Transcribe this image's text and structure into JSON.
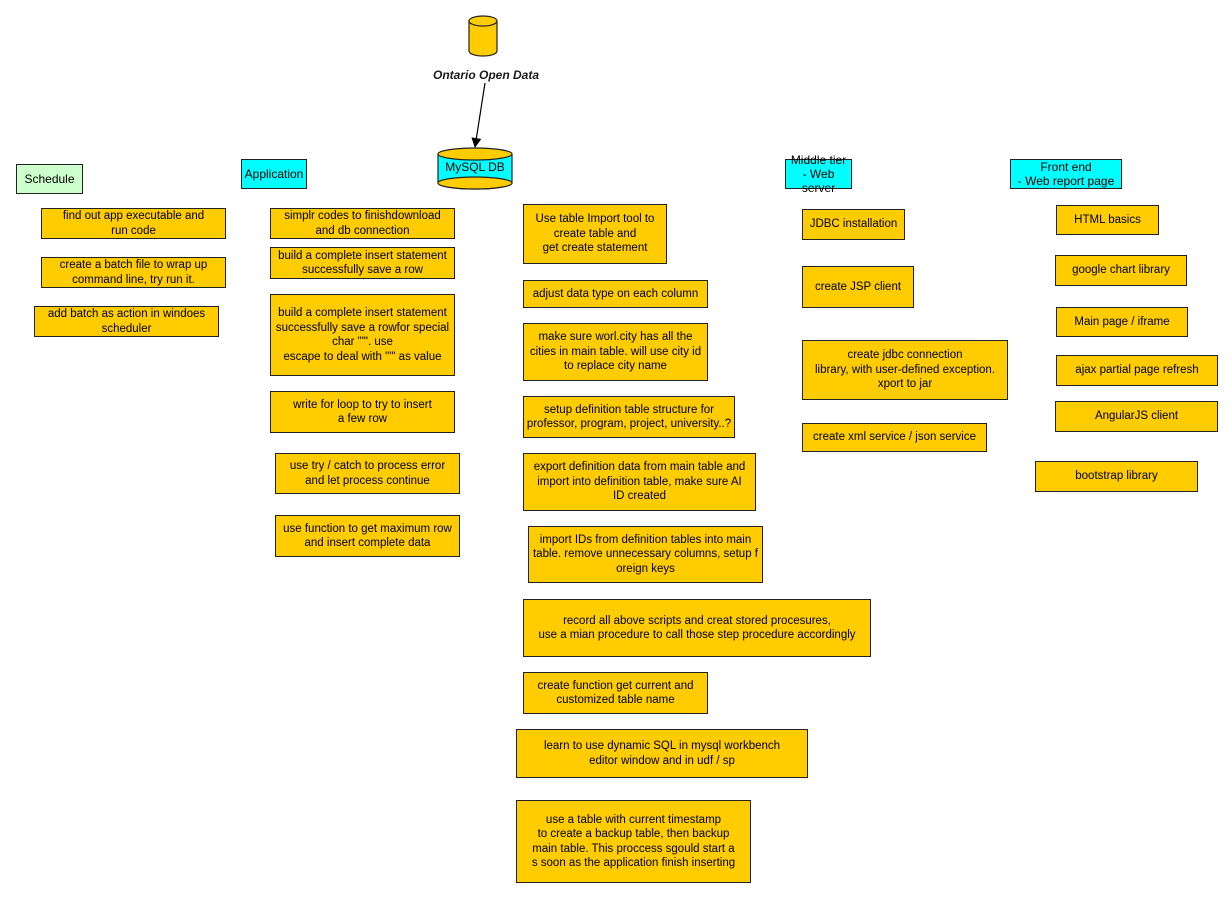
{
  "source": {
    "label": "Ontario Open Data"
  },
  "db": {
    "label": "MySQL DB"
  },
  "headers": {
    "schedule": "Schedule",
    "application": "Application",
    "middle_tier": "Middle tier\n- Web server",
    "front_end": "Front end\n- Web report page"
  },
  "schedule_tasks": [
    "find out app executable and\nrun code",
    "create a batch file to wrap up\ncommand  line, try run it.",
    "add batch as action in windoes\nscheduler"
  ],
  "application_tasks": [
    "simplr codes to finishdownload\nand db connection",
    "build a complete insert statement\nsuccessfully  save a row",
    "build a complete insert statement\nsuccessfully  save a rowfor special\nchar \"'\". use\nescape to deal with \"'\" as value",
    "write for loop to try to insert\na few row",
    "use try / catch to process error\nand let process continue",
    "use function to get maximum row\nand insert complete data"
  ],
  "db_tasks": [
    "Use table Import tool to\ncreate table and\nget create statement",
    "adjust data type on each column",
    "make sure worl.city has all the\ncities in main table. will use city id\nto replace city name",
    "setup definition table structure for\nprofessor, program, project, university..?",
    "export definition  data from main table and\nimport into definition table, make sure AI\nID created",
    "import IDs from definition tables into main\ntable. remove unnecessary columns, setup f\noreign keys",
    "record all above scripts and creat stored procesures,\nuse a mian procedure to call those step procedure accordingly",
    "create function get current  and\ncustomized table name",
    "learn to use dynamic SQL in mysql workbench\neditor window and in udf / sp",
    "use a table with current timestamp\nto create a backup table, then backup\nmain table. This proccess sgould start a\ns soon as the application finish inserting"
  ],
  "middle_tasks": [
    "JDBC installation",
    "create JSP client",
    "create jdbc  connection\nlibrary, with user-defined exception.\nxport to jar",
    "create xml service / json service"
  ],
  "front_tasks": [
    "HTML basics",
    "google chart library",
    "Main page / iframe",
    "ajax partial page refresh",
    "AngularJS client",
    "bootstrap library"
  ],
  "colors": {
    "task": "#ffcc00",
    "header_cyan": "#00ffff",
    "header_green": "#ccffcc",
    "cylinder": "#ffcc00"
  }
}
